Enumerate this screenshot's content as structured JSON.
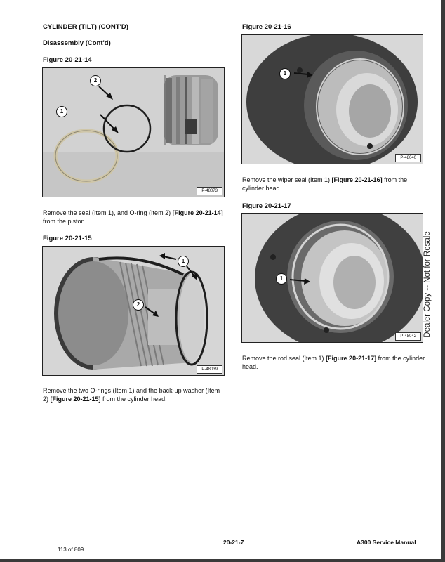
{
  "header": {
    "section_title": "CYLINDER (TILT) (CONT'D)",
    "subsection_title": "Disassembly (Cont'd)"
  },
  "figures": {
    "fig14": {
      "label": "Figure 20-21-14",
      "photo_id": "P-48073",
      "callouts": [
        "1",
        "2"
      ]
    },
    "fig15": {
      "label": "Figure 20-21-15",
      "photo_id": "P-48039",
      "callouts": [
        "1",
        "2"
      ]
    },
    "fig16": {
      "label": "Figure 20-21-16",
      "photo_id": "P-48040",
      "callouts": [
        "1"
      ]
    },
    "fig17": {
      "label": "Figure 20-21-17",
      "photo_id": "P-48042",
      "callouts": [
        "1"
      ]
    }
  },
  "paragraphs": {
    "p14": {
      "pre": "Remove the seal (Item 1), and O-ring (Item 2) ",
      "ref": "[Figure 20-21-14]",
      "post": " from the piston."
    },
    "p15": {
      "pre": "Remove the two O-rings (Item 1) and the back-up washer (Item 2) ",
      "ref": "[Figure 20-21-15]",
      "post": " from the cylinder head."
    },
    "p16": {
      "pre": "Remove the wiper seal (Item 1) ",
      "ref": "[Figure 20-21-16]",
      "post": " from the cylinder head."
    },
    "p17": {
      "pre": "Remove the rod seal (Item 1) ",
      "ref": "[Figure 20-21-17]",
      "post": " from the cylinder head."
    }
  },
  "watermark": "Dealer Copy -- Not for Resale",
  "footer": {
    "page_counter": "113 of 809",
    "page_number": "20-21-7",
    "manual_title": "A300 Service Manual"
  }
}
